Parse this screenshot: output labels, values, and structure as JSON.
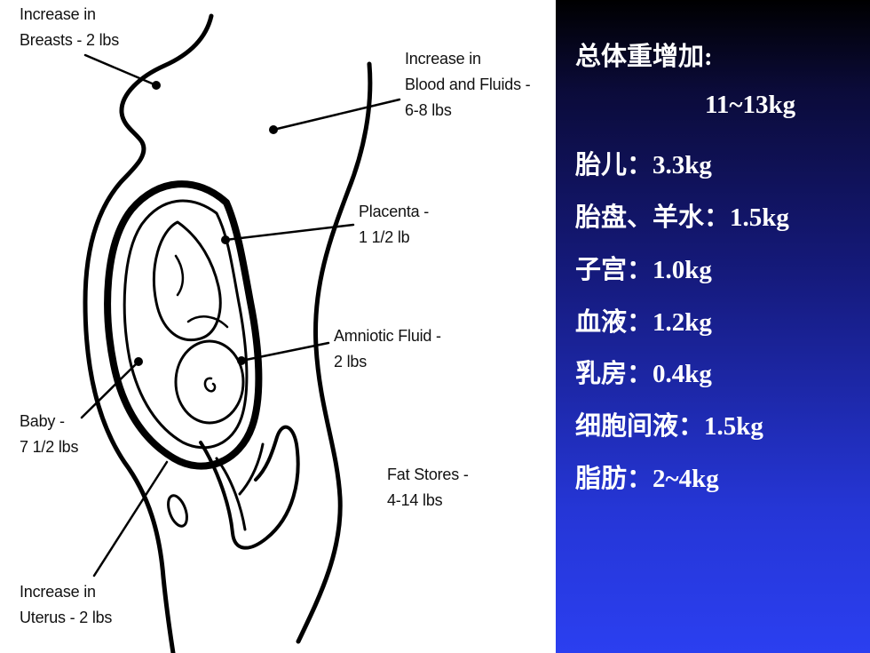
{
  "diagram": {
    "labels": [
      {
        "id": "breasts",
        "lines": [
          "Increase in",
          "Breasts - 2 lbs"
        ]
      },
      {
        "id": "blood",
        "lines": [
          "Increase in",
          "Blood and Fluids -",
          "6-8 lbs"
        ]
      },
      {
        "id": "placenta",
        "lines": [
          "Placenta -",
          "1 1/2 lb"
        ]
      },
      {
        "id": "amniotic",
        "lines": [
          "Amniotic Fluid -",
          "2 lbs"
        ]
      },
      {
        "id": "baby",
        "lines": [
          "Baby -",
          "7 1/2 lbs"
        ]
      },
      {
        "id": "fat",
        "lines": [
          "Fat Stores -",
          "4-14 lbs"
        ]
      },
      {
        "id": "uterus",
        "lines": [
          "Increase in",
          "Uterus - 2 lbs"
        ]
      }
    ]
  },
  "panel": {
    "colors": {
      "top": "#000000",
      "bottom": "#2b3ff0",
      "text": "#ffffff"
    },
    "lines": [
      "总体重增加:",
      "11~13kg",
      "胎儿：3.3kg",
      "胎盘、羊水：1.5kg",
      "子宫：1.0kg",
      "血液：1.2kg",
      "乳房：0.4kg",
      "细胞间液：1.5kg",
      "脂肪：2~4kg"
    ]
  }
}
